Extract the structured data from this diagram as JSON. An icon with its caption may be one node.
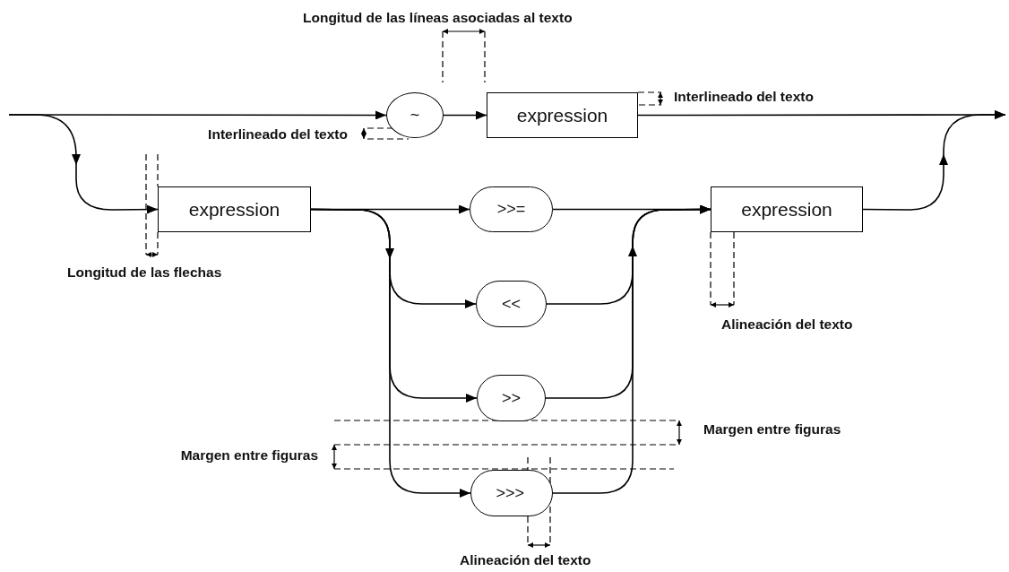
{
  "diagram": {
    "nodes": [
      {
        "text": [
          "~"
        ]
      },
      {
        "text": [
          "expression"
        ]
      },
      {
        "text": [
          "expression"
        ]
      },
      {
        "text": [
          ">>="
        ]
      },
      {
        "text": [
          "expression"
        ]
      },
      {
        "text": [
          "<<"
        ]
      },
      {
        "text": [
          ">>"
        ]
      },
      {
        "text": [
          ">>>"
        ]
      }
    ],
    "edges": [
      {
        "from": null,
        "to": 0,
        "arrow": "to"
      },
      {
        "from": 0,
        "to": 1,
        "arrow": "to"
      },
      {
        "from": 1,
        "to": null,
        "arrow": "to"
      },
      {
        "from": null,
        "to": 2,
        "arrow": "to"
      },
      {
        "from": 2,
        "to": 3,
        "arrow": "to"
      },
      {
        "from": 2,
        "to": 5,
        "arrow": "to"
      },
      {
        "from": 2,
        "to": 6,
        "arrow": "to"
      },
      {
        "from": 2,
        "to": 7,
        "arrow": "to"
      },
      {
        "from": 3,
        "to": 4,
        "arrow": "to"
      },
      {
        "from": 5,
        "to": 4,
        "arrow": "to"
      },
      {
        "from": 6,
        "to": 4,
        "arrow": "to"
      },
      {
        "from": 7,
        "to": 4,
        "arrow": "to"
      },
      {
        "from": 4,
        "to": null,
        "arrow": "to"
      }
    ],
    "labels": [
      "Longitud de las líneas asociadas al texto",
      "Interlineado del texto",
      "Interlineado del texto",
      "Longitud de las flechas",
      "Alineación del texto",
      "Margen entre figuras",
      "Margen entre figuras",
      "Alineación del texto"
    ]
  }
}
